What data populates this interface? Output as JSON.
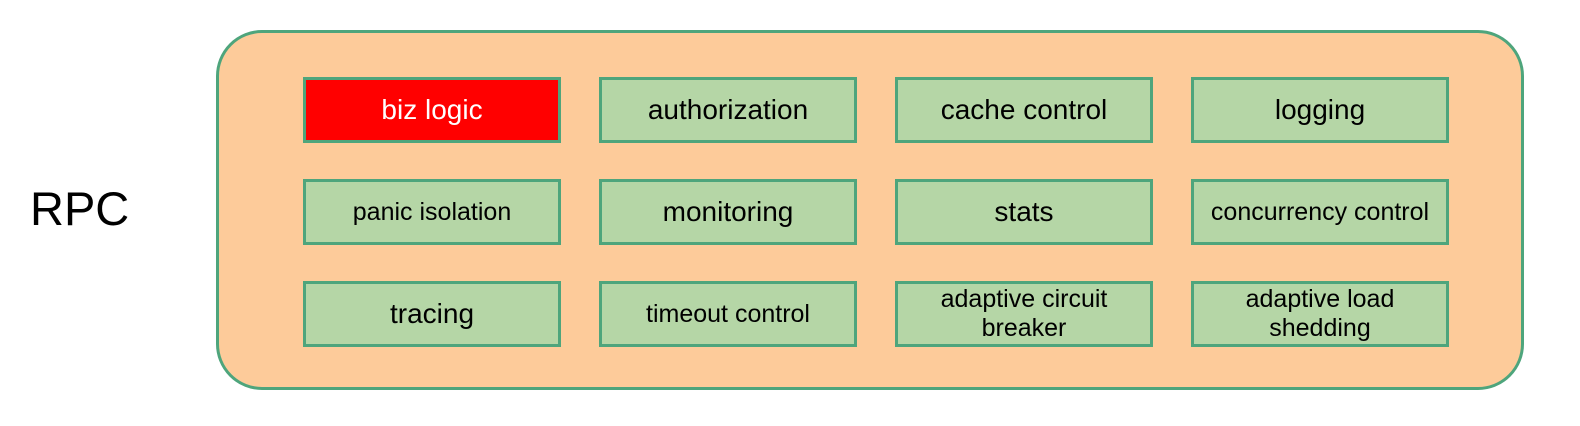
{
  "diagram": {
    "title": "RPC",
    "container": {
      "name": "rpc-capability-container",
      "fill_color": "#fdcb9a",
      "border_color": "#4ea57c"
    },
    "colors": {
      "box_fill": "#b5d6a6",
      "box_border": "#4ea57c",
      "highlight_fill": "#ff0000",
      "highlight_text": "#ffffff",
      "text": "#000000",
      "background": "#ffffff"
    },
    "rows": [
      {
        "cells": [
          {
            "label": "biz logic",
            "highlight": true,
            "small": false
          },
          {
            "label": "authorization",
            "highlight": false,
            "small": false
          },
          {
            "label": "cache control",
            "highlight": false,
            "small": false
          },
          {
            "label": "logging",
            "highlight": false,
            "small": false
          }
        ]
      },
      {
        "cells": [
          {
            "label": "panic isolation",
            "highlight": false,
            "small": true
          },
          {
            "label": "monitoring",
            "highlight": false,
            "small": false
          },
          {
            "label": "stats",
            "highlight": false,
            "small": false
          },
          {
            "label": "concurrency control",
            "highlight": false,
            "small": true
          }
        ]
      },
      {
        "cells": [
          {
            "label": "tracing",
            "highlight": false,
            "small": false
          },
          {
            "label": "timeout control",
            "highlight": false,
            "small": true
          },
          {
            "label": "adaptive circuit breaker",
            "highlight": false,
            "small": true
          },
          {
            "label": "adaptive load shedding",
            "highlight": false,
            "small": true
          }
        ]
      }
    ]
  }
}
